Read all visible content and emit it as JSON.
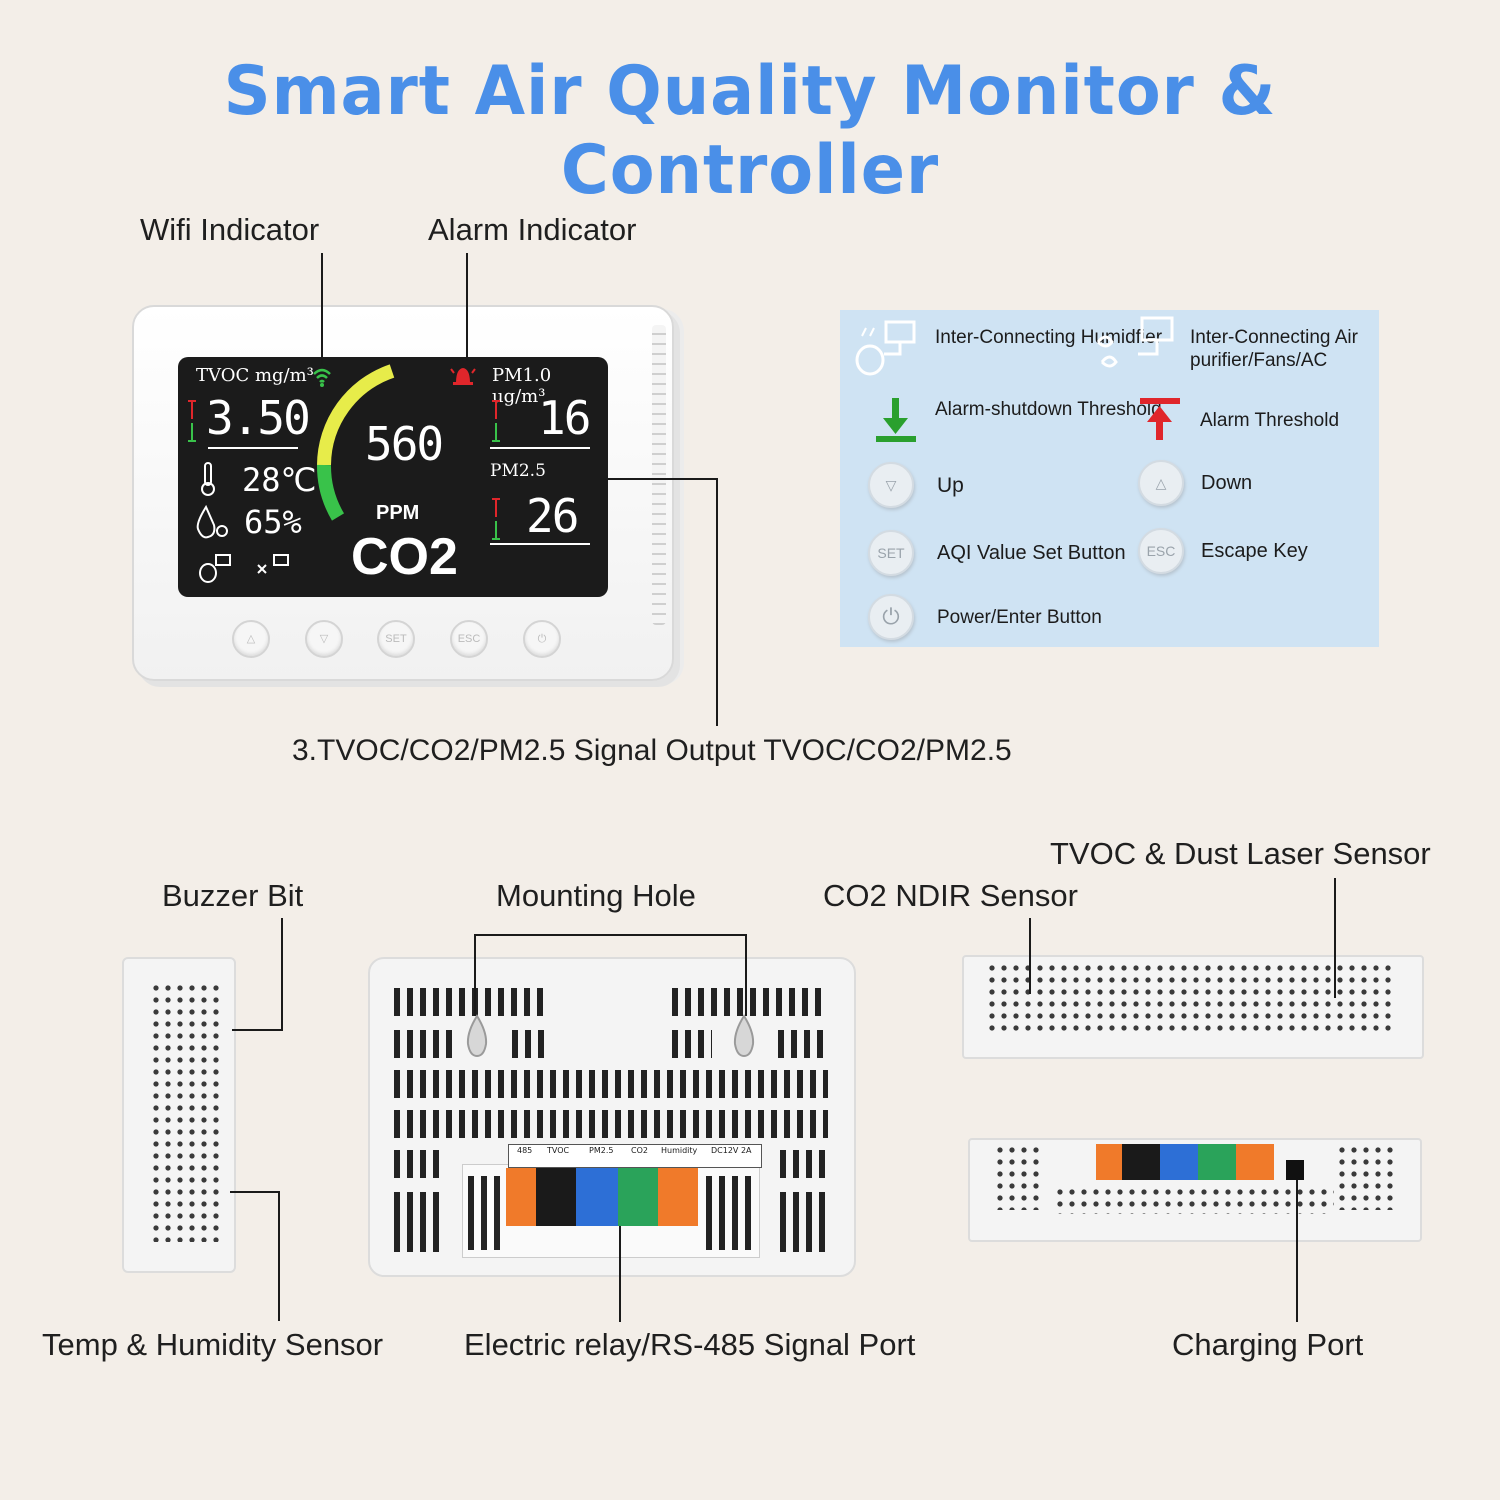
{
  "title": "Smart Air Quality Monitor & Controller",
  "callouts": {
    "wifi": "Wifi Indicator",
    "alarm": "Alarm Indicator",
    "signal_output": "3.TVOC/CO2/PM2.5 Signal Output TVOC/CO2/PM2.5",
    "buzzer": "Buzzer Bit",
    "mounting_hole": "Mounting Hole",
    "co2_sensor": "CO2 NDIR Sensor",
    "tvoc_dust": "TVOC & Dust Laser Sensor",
    "temp_humidity": "Temp & Humidity Sensor",
    "relay_port": "Electric relay/RS-485 Signal Port",
    "charging": "Charging Port"
  },
  "screen": {
    "tvoc_label": "TVOC mg/m³",
    "tvoc_value": "3.50",
    "temperature": "28℃",
    "humidity": "65%",
    "co2_value": "560",
    "co2_unit": "PPM",
    "co2_label": "CO2",
    "pm10_label": "PM1.0  ug/m³",
    "pm10_value": "16",
    "pm25_label": "PM2.5",
    "pm25_value": "26"
  },
  "front_buttons": [
    "up-button",
    "down-button",
    "set-button",
    "esc-button",
    "power-button"
  ],
  "front_button_labels": {
    "set": "SET",
    "esc": "ESC"
  },
  "legend": {
    "humidifier": "Inter-Connecting Humidfier",
    "purifier": "Inter-Connecting Air purifier/Fans/AC",
    "alarm_shutdown": "Alarm-shutdown Threshold",
    "alarm_threshold": "Alarm Threshold",
    "up": "Up",
    "down": "Down",
    "set_btn": "SET",
    "set_label": "AQI Value Set Button",
    "esc_btn": "ESC",
    "esc_label": "Escape Key",
    "power_label": "Power/Enter Button"
  },
  "terminal_block": {
    "groups": [
      "485",
      "TVOC",
      "PM2.5",
      "CO2",
      "Humidity",
      "DC12V 2A"
    ],
    "colors": [
      "#f07a2a",
      "#1a1a1a",
      "#2d6fd6",
      "#2aa35a",
      "#f07a2a"
    ]
  },
  "colors": {
    "title": "#4a8fe8",
    "legend_bg": "#cfe3f3",
    "alarm_red": "#e0262b",
    "shutdown_green": "#2aa02e",
    "gauge_green": "#39c24a",
    "gauge_yellow": "#e7ec4a"
  }
}
